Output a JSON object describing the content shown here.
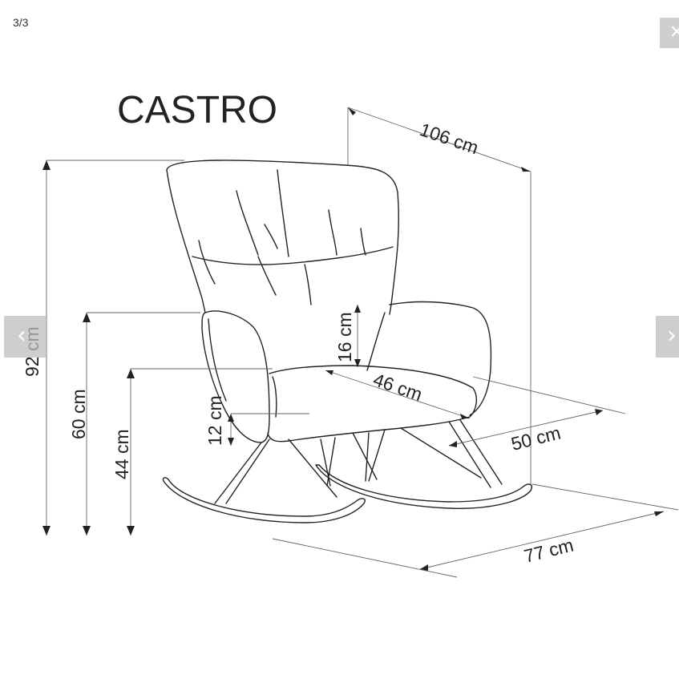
{
  "viewer": {
    "counter": "3/3",
    "close_glyph": "✕",
    "prev_glyph": "‹",
    "next_glyph": "›"
  },
  "image": {
    "product_name": "CASTRO",
    "dimensions": {
      "depth": "106 cm",
      "height": "92 cm",
      "armrest_height": "60 cm",
      "seat_height": "44 cm",
      "armrest_above_seat": "16 cm",
      "seat_width": "46 cm",
      "seat_thickness": "12 cm",
      "seat_depth": "50 cm",
      "width": "77 cm"
    }
  },
  "icons": {
    "close": "close-icon",
    "prev": "chevron-left-icon",
    "next": "chevron-right-icon"
  },
  "colors": {
    "line": "#222222",
    "dim_line": "#555555",
    "nav_bg": "#bebebe"
  }
}
